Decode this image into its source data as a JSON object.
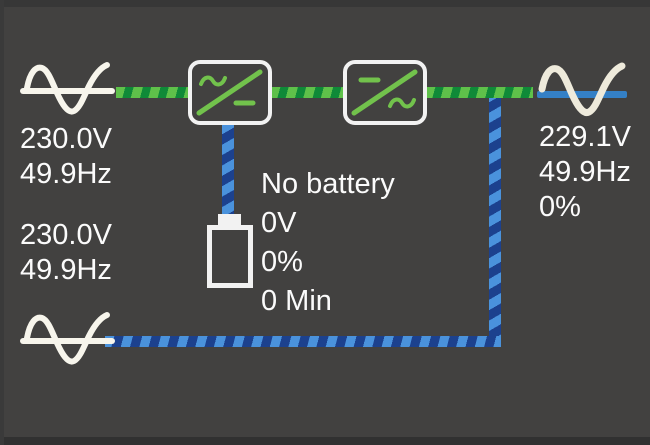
{
  "colors": {
    "bg": "#424140",
    "text": "#fbfbfb",
    "green-light": "#5fc14a",
    "green-dark": "#0f8a38",
    "blue-light": "#4a92dc",
    "blue-dark": "#1c418e",
    "blue-solid": "#3480c6",
    "symbol-green": "#72c24c",
    "line-white": "#f7f5ec",
    "line-cream": "#eeeadb",
    "box-border": "#f2f2f2"
  },
  "readings": {
    "input": {
      "voltage": "230.0V",
      "frequency": "49.9Hz"
    },
    "bypass": {
      "voltage": "230.0V",
      "frequency": "49.9Hz"
    },
    "battery": {
      "status": "No battery",
      "voltage": "0V",
      "charge": "0%",
      "runtime": "0 Min"
    },
    "output": {
      "voltage": "229.1V",
      "frequency": "49.9Hz",
      "load": "0%"
    }
  },
  "icons": {
    "input": "sine-wave-icon",
    "bypass": "sine-wave-icon",
    "output": "sine-wave-icon",
    "rectifier": "ac-dc-converter-icon",
    "inverter": "dc-ac-inverter-icon",
    "battery": "battery-icon"
  }
}
